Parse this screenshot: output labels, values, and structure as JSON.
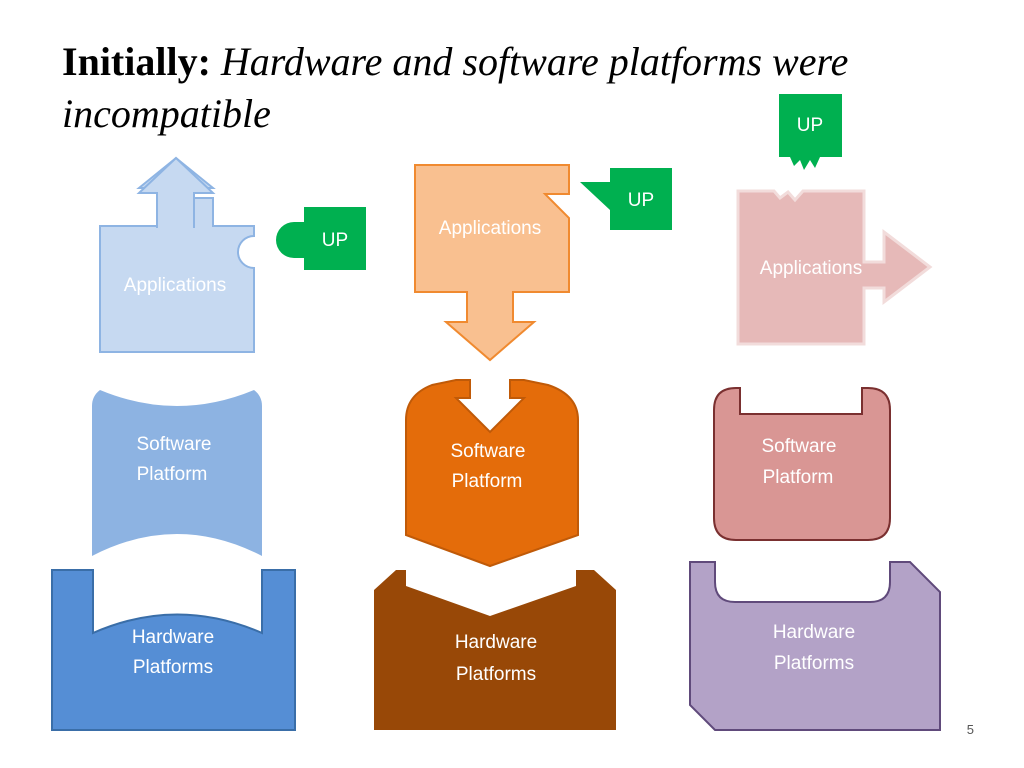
{
  "slide": {
    "title_bold": "Initially:",
    "title_italic": "Hardware and software platforms were incompatible",
    "slide_number": "5"
  },
  "columns": [
    {
      "applications": "Applications",
      "up": "UP",
      "software_line1": "Software",
      "software_line2": "Platform",
      "hardware_line1": "Hardware",
      "hardware_line2": "Platforms"
    },
    {
      "applications": "Applications",
      "up": "UP",
      "software_line1": "Software",
      "software_line2": "Platform",
      "hardware_line1": "Hardware",
      "hardware_line2": "Platforms"
    },
    {
      "applications": "Applications",
      "up": "UP",
      "software_line1": "Software",
      "software_line2": "Platform",
      "hardware_line1": "Hardware",
      "hardware_line2": "Platforms"
    }
  ],
  "colors": {
    "blue_app_fill": "#c6d9f1",
    "blue_app_stroke": "#8eb4e3",
    "blue_software": "#8db3e2",
    "blue_hardware": "#558ed5",
    "orange_app_fill": "#f9c090",
    "orange_app_stroke": "#f08a30",
    "orange_software": "#e46c0a",
    "brown_hardware": "#984807",
    "pink_app_fill": "#e6b9b8",
    "pink_app_stroke": "#f2dcdb",
    "pink_software": "#d99694",
    "purple_hardware": "#b3a2c7",
    "up_green": "#00b050"
  }
}
